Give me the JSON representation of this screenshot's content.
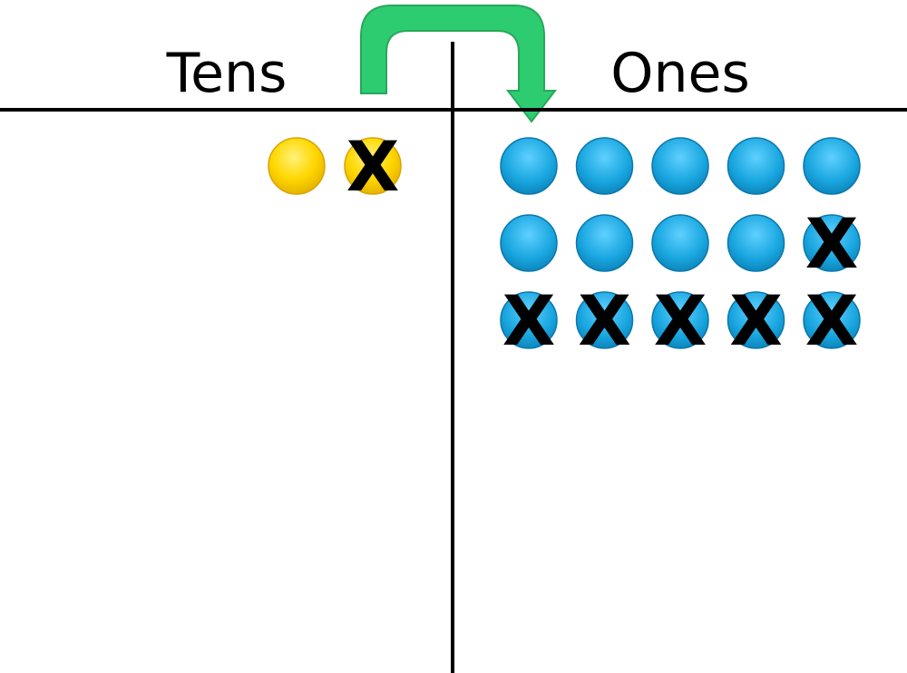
{
  "headings": {
    "left": "Tens",
    "right": "Ones"
  },
  "cross_mark": "X",
  "colors": {
    "line": "#000000",
    "arrow": "#2ecc71",
    "arrow_stroke": "#27a85a",
    "tens_counter": "#ffd700",
    "ones_counter": "#1aa7e0",
    "cross": "#000000"
  },
  "tens": {
    "counters": [
      {
        "crossed": false
      },
      {
        "crossed": true
      }
    ]
  },
  "ones": {
    "rows": [
      [
        false,
        false,
        false,
        false,
        false
      ],
      [
        false,
        false,
        false,
        false,
        true
      ],
      [
        true,
        true,
        true,
        true,
        true
      ]
    ]
  }
}
